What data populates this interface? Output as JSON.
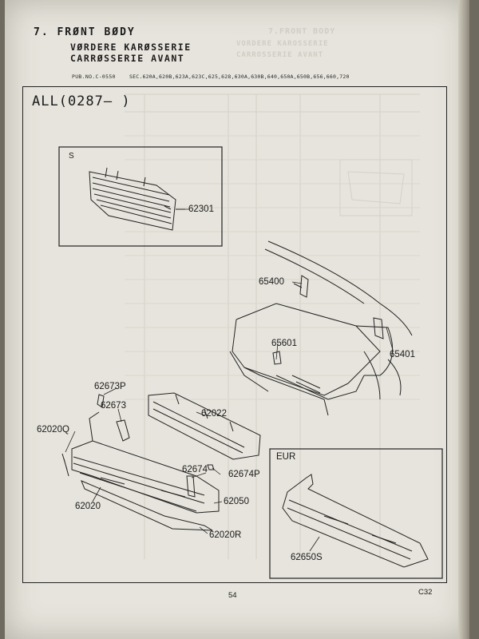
{
  "header": {
    "title": "7. FRØNT BØDY",
    "subtitle_de": "VØRDERE KARØSSERIE",
    "subtitle_fr": "CARRØSSERIE AVANT",
    "pub_no": "PUB.NO.C-0550",
    "section_list": "SEC.620A,620B,623A,623C,625,628,630A,630B,640,650A,650B,656,660,720"
  },
  "applicability": "ALL(0287—       )",
  "insets": {
    "s_label": "S",
    "eur_label": "EUR"
  },
  "part_numbers": {
    "grille_s": "62301",
    "hood_hinge_l": "65400",
    "hood_hinge_r": "65401",
    "hood_lock": "65601",
    "bracket_p": "62673P",
    "bracket": "62673",
    "bumper_mount": "62022",
    "clip_l": "62020Q",
    "stay": "62674",
    "stay_p": "62674P",
    "bumper": "62020",
    "bumper_fascia": "62050",
    "lip_r": "62020R",
    "bumper_eur": "62650S"
  },
  "footer": {
    "page_number": "54",
    "model_code": "C32"
  }
}
